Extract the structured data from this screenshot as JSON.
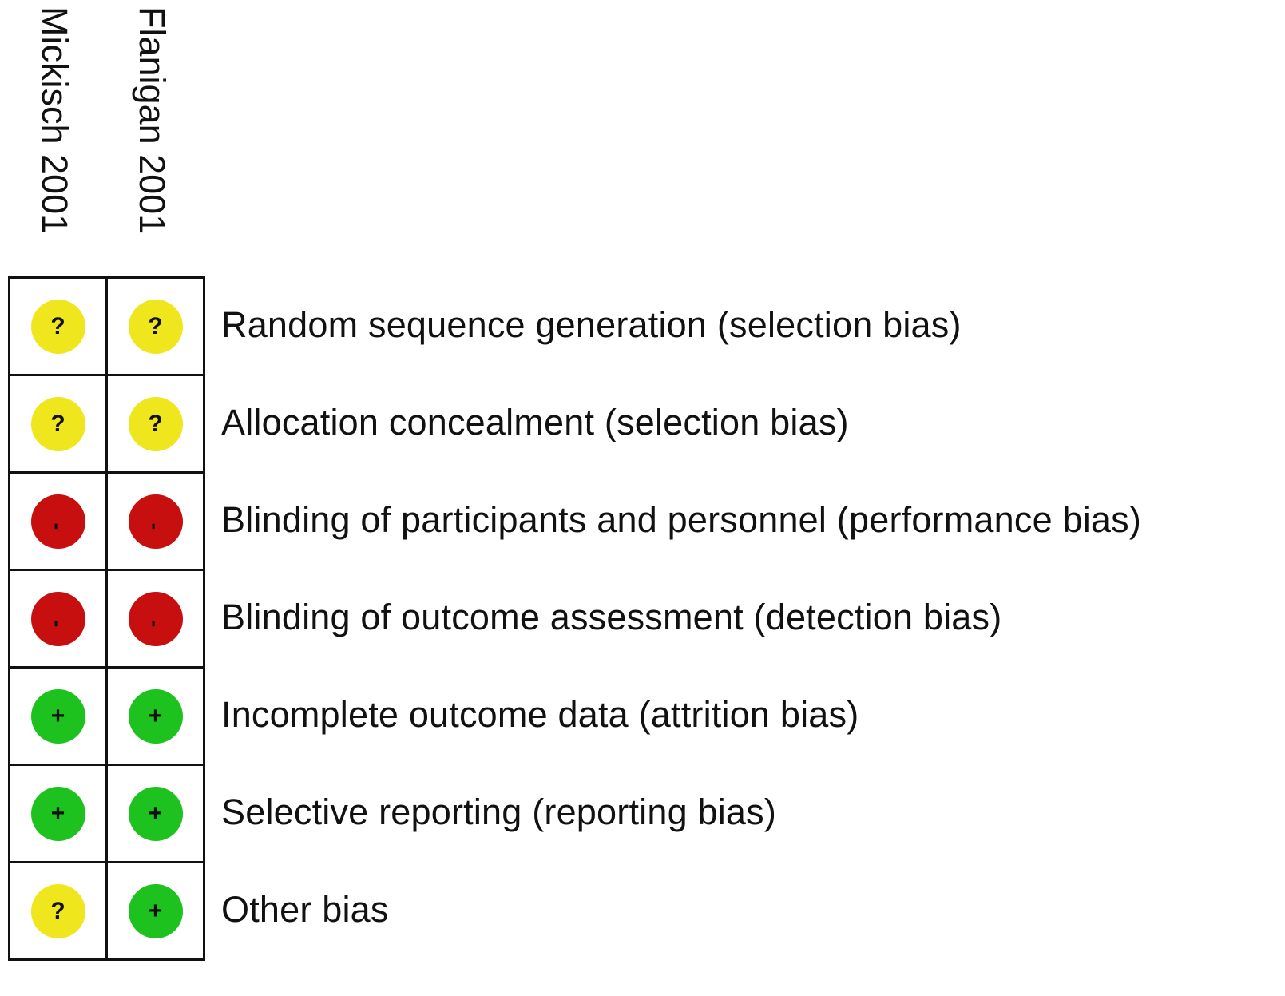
{
  "studies": [
    "Mickisch 2001",
    "Flanigan 2001"
  ],
  "domains": [
    "Random sequence generation (selection bias)",
    "Allocation concealment (selection bias)",
    "Blinding of participants and personnel (performance bias)",
    "Blinding of outcome assessment (detection bias)",
    "Incomplete outcome data (attrition bias)",
    "Selective reporting (reporting bias)",
    "Other bias"
  ],
  "judgements": [
    [
      "unclear",
      "unclear"
    ],
    [
      "unclear",
      "unclear"
    ],
    [
      "high",
      "high"
    ],
    [
      "high",
      "high"
    ],
    [
      "low",
      "low"
    ],
    [
      "low",
      "low"
    ],
    [
      "unclear",
      "low"
    ]
  ],
  "legend_symbols": {
    "low": "+",
    "unclear": "?",
    "high": "-"
  },
  "colors": {
    "low": "#1ec21e",
    "unclear": "#f0e61e",
    "high": "#c80f0f"
  }
}
